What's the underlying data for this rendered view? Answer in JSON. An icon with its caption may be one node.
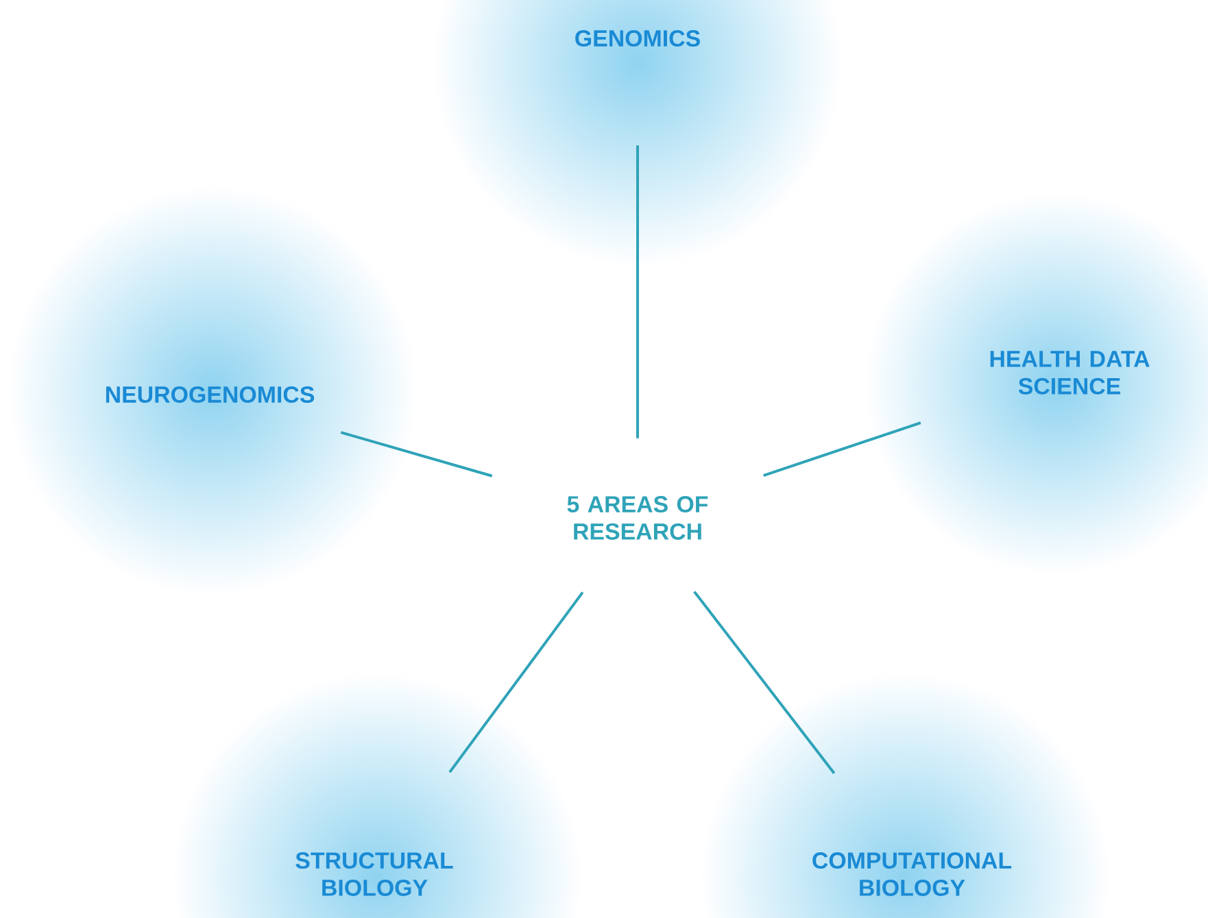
{
  "diagram": {
    "nodes": [
      {
        "text": [
          "GENOMICS"
        ]
      },
      {
        "text": [
          "HEALTH DATA SCIENCE"
        ]
      },
      {
        "text": [
          "NEUROGENOMICS"
        ]
      },
      {
        "text": [
          "5 AREAS OF RESEARCH"
        ]
      },
      {
        "text": [
          "STRUCTURAL BIOLOGY"
        ]
      },
      {
        "text": [
          "COMPUTATIONAL BIOLOGY"
        ]
      }
    ],
    "edges": [
      {
        "from": 3,
        "to": 0,
        "arrow": "none"
      },
      {
        "from": 3,
        "to": 1,
        "arrow": "none"
      },
      {
        "from": 3,
        "to": 2,
        "arrow": "none"
      },
      {
        "from": 3,
        "to": 4,
        "arrow": "none"
      },
      {
        "from": 3,
        "to": 5,
        "arrow": "none"
      }
    ]
  }
}
